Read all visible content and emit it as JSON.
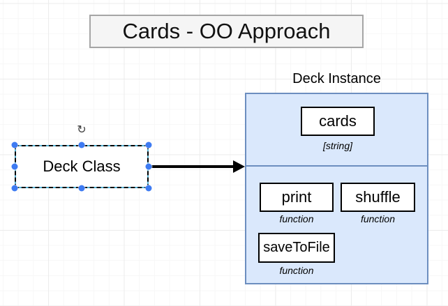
{
  "title_box": {
    "text": "Cards - OO Approach"
  },
  "deck_class": {
    "label": "Deck Class"
  },
  "deck_instance": {
    "title": "Deck Instance",
    "attribute": {
      "name": "cards",
      "type": "[string]"
    },
    "methods": [
      {
        "name": "print",
        "type": "function"
      },
      {
        "name": "shuffle",
        "type": "function"
      },
      {
        "name": "saveToFile",
        "type": "function"
      }
    ]
  },
  "icons": {
    "rotate": "↻"
  },
  "colors": {
    "instance_fill": "#dae8fc",
    "instance_border": "#6c8ebf",
    "member_border": "#000000",
    "selection_handle": "#3e7bf2",
    "selection_highlight": "#5ab6d8",
    "arrow": "#000000",
    "title_fill": "#f5f5f5",
    "title_border": "#a5a5a5"
  }
}
